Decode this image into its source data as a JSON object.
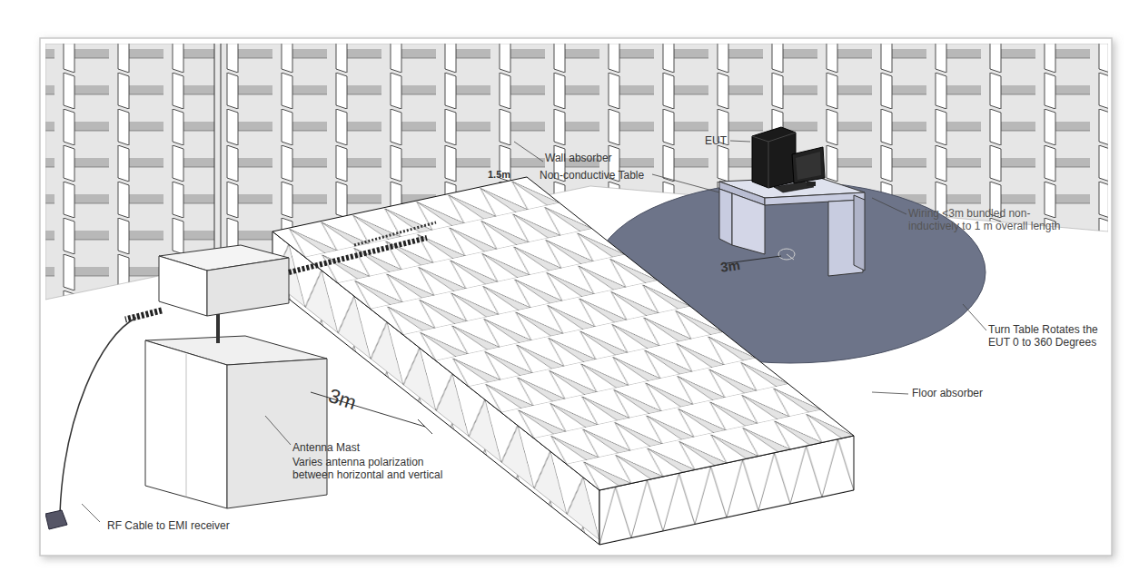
{
  "diagram": {
    "labels": [
      "EUT",
      "Wall absorber",
      "1.5m",
      "Non-conductive Table",
      "Wiring <3m bundled non-inductively to 1 m overall length",
      "3m",
      "Turn Table Rotates the EUT 0 to 360 Degrees",
      "Floor absorber",
      "3m",
      "Antenna Mast",
      "Varies antenna polarization between horizontal and vertical",
      "RF Cable to EMI receiver"
    ]
  }
}
